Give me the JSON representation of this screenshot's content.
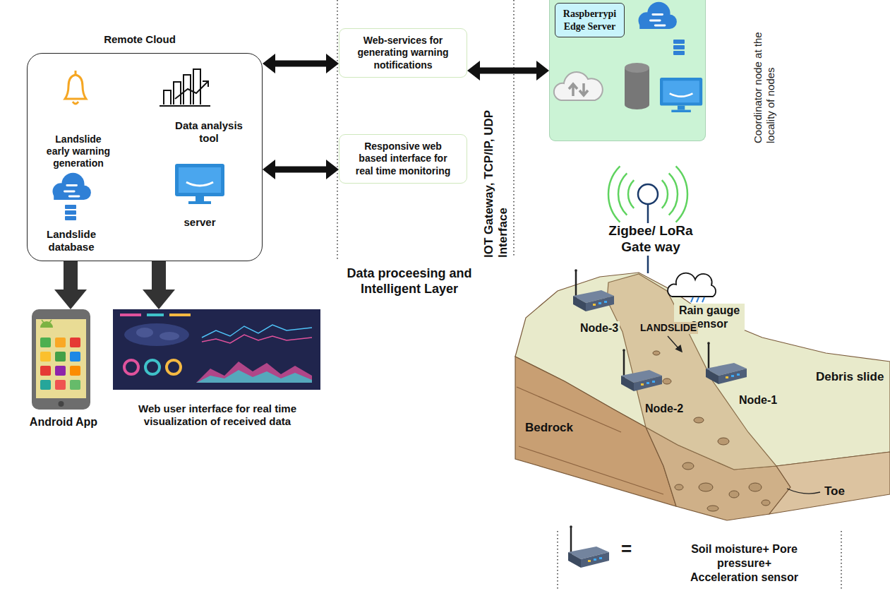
{
  "diagram": {
    "nodes": [
      {
        "text": [
          "Remote Cloud",
          "Landslide early warning generation",
          "Data analysis tool",
          "Landslide database",
          "server"
        ]
      },
      {
        "text": [
          "Web-services for generating warning notifications"
        ]
      },
      {
        "text": [
          "Responsive web based interface for real time monitoring"
        ]
      },
      {
        "text": [
          "Coordinator node at the locality of nodes"
        ]
      },
      {
        "text": [
          "Raspberrypi Edge Server"
        ],
        "in": 3
      },
      {
        "text": [
          "Android App"
        ]
      },
      {
        "text": [
          "Web user interface for real time visualization of received data"
        ]
      }
    ],
    "edges": [
      {
        "from": 0,
        "to": 1,
        "arrow": "both"
      },
      {
        "from": 0,
        "to": 2,
        "arrow": "both"
      },
      {
        "from": 1,
        "to": 3,
        "arrow": "both"
      },
      {
        "from": 0,
        "to": 5,
        "arrow": "to"
      },
      {
        "from": 0,
        "to": 6,
        "arrow": "to"
      }
    ],
    "labels": [
      "IOT Gateway, TCP/IP, UDP Interface",
      "Data proceesing and Intelligent Layer",
      "Zigbee/ LoRa Gate way",
      "Rain gauge sensor",
      "Node-3",
      "LANDSLIDE",
      "Node-2",
      "Node-1",
      "Debris slide",
      "Bedrock",
      "Toe",
      "="
    ],
    "legend": [
      {
        "text": "Soil moisture+ Pore pressure+ Acceleration sensor"
      }
    ]
  }
}
